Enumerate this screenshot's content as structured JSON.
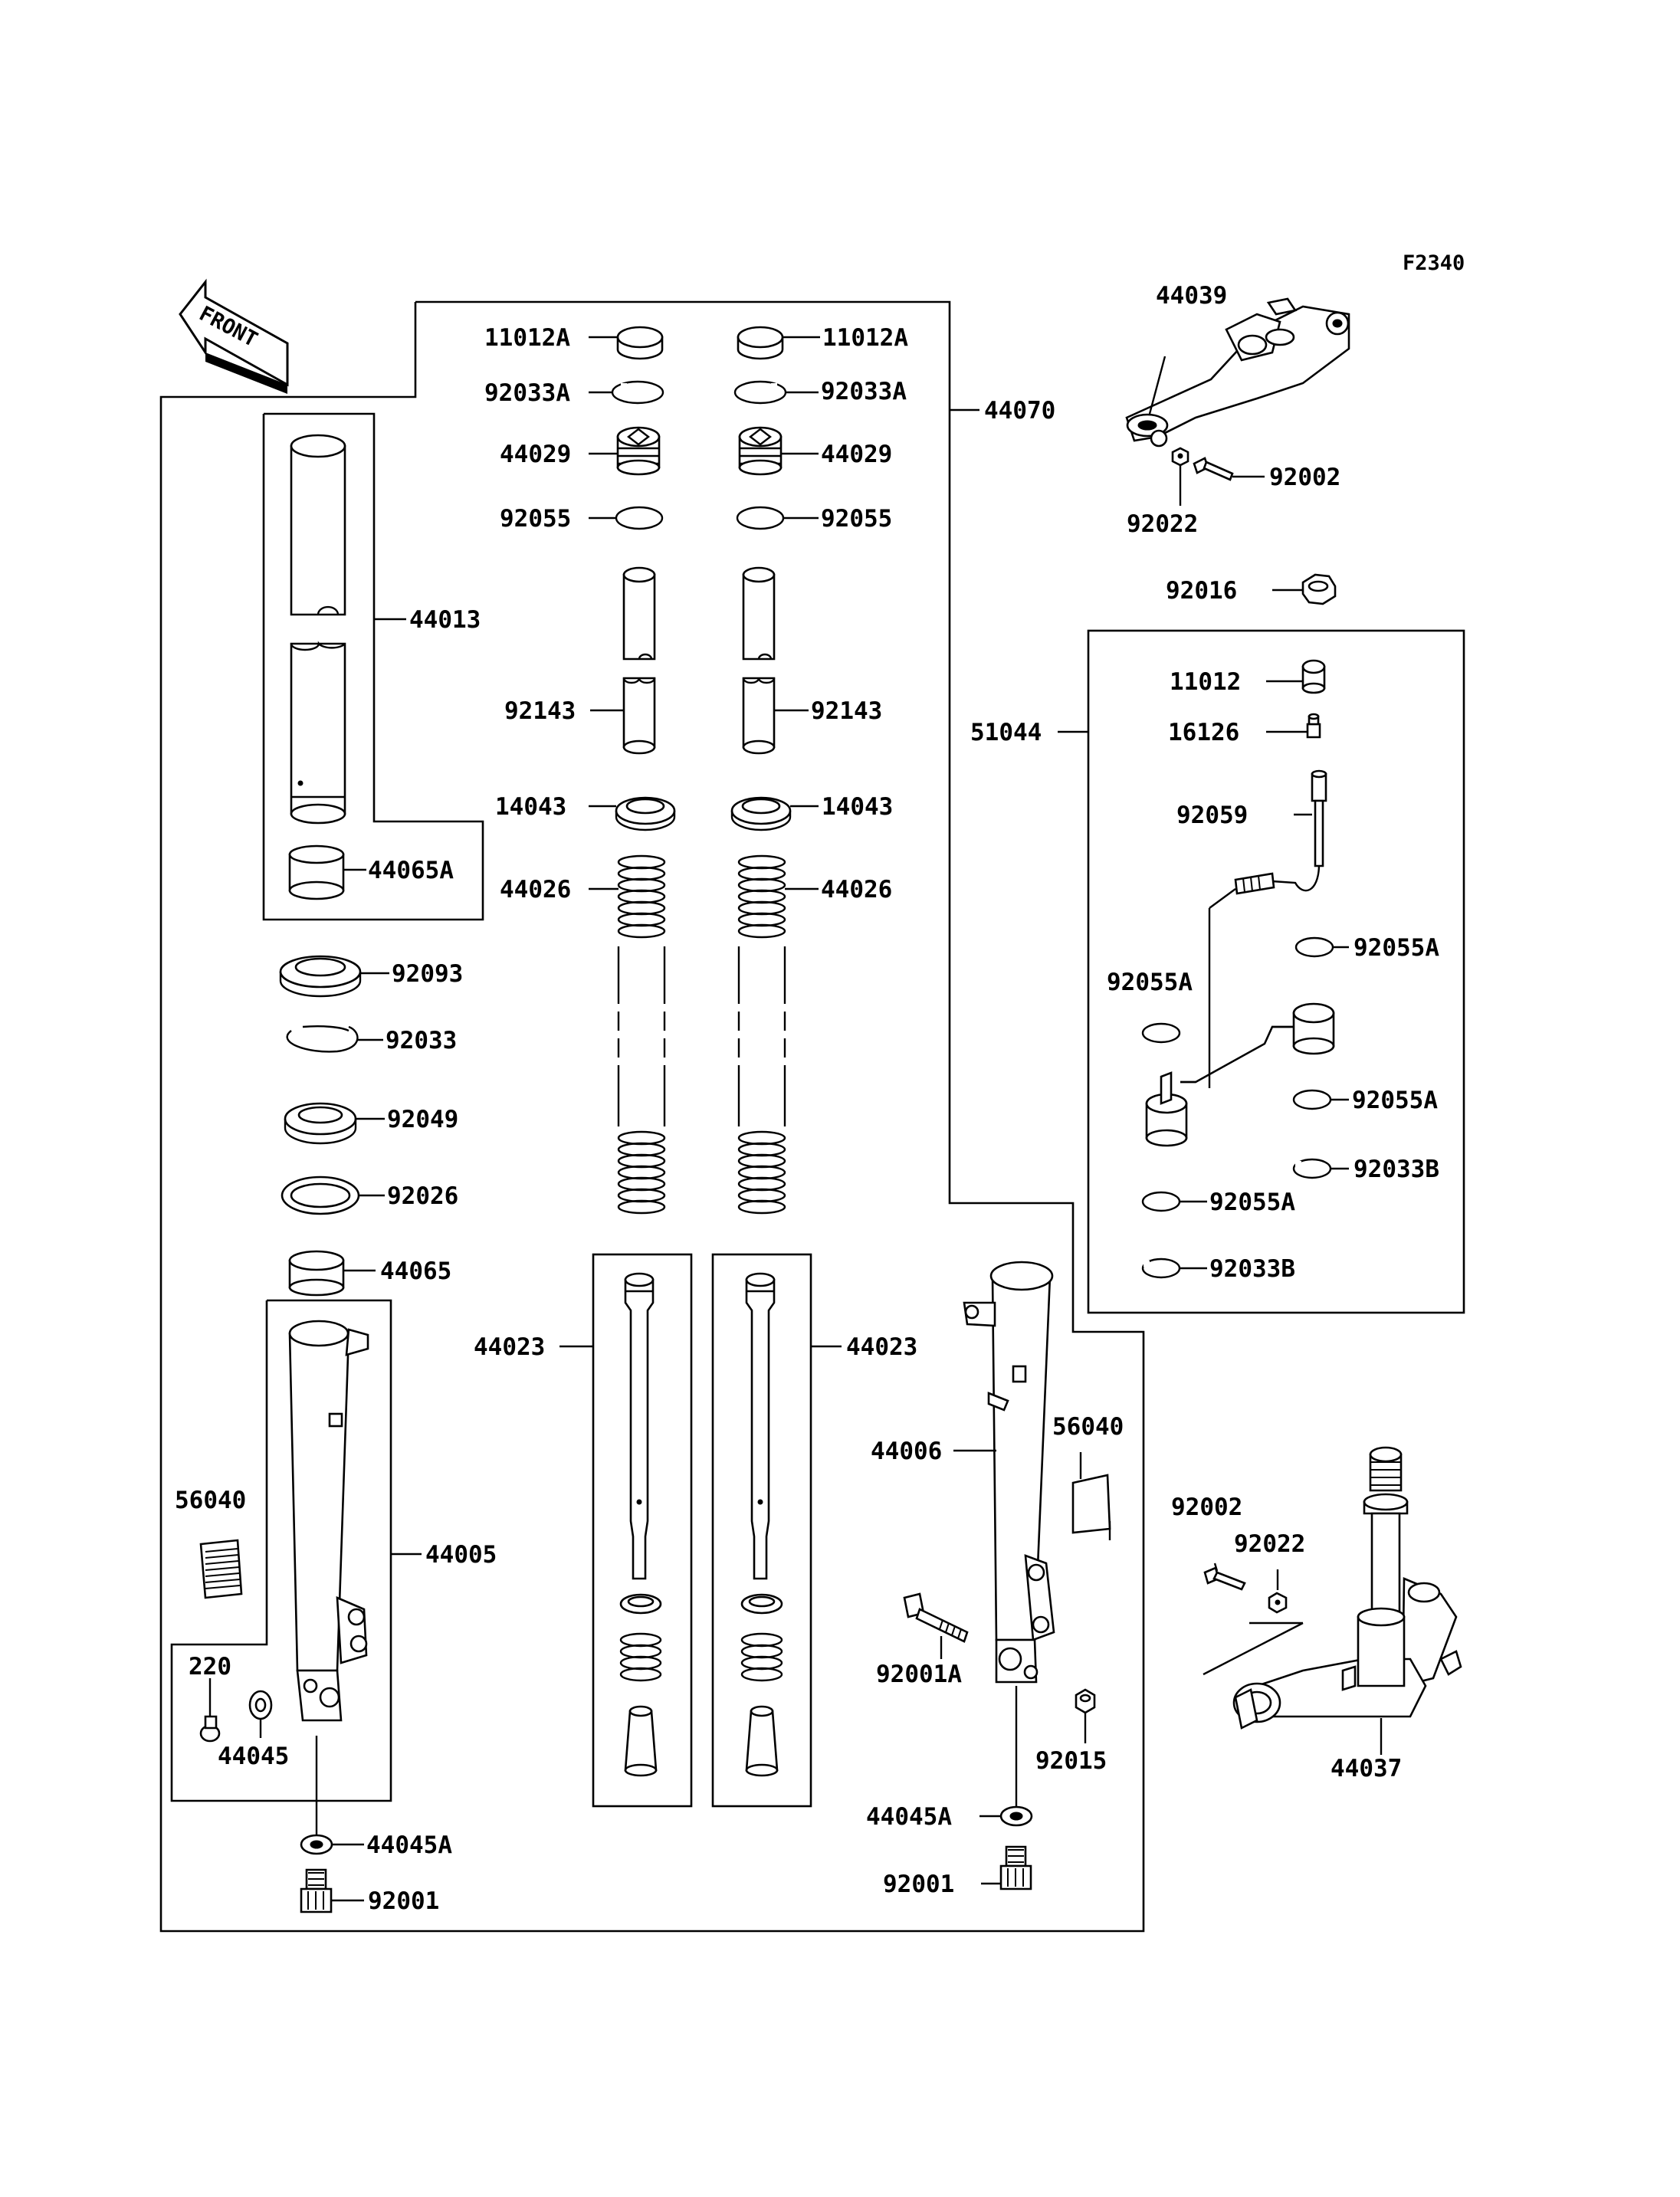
{
  "figure_code": "F2340",
  "front_arrow_label": "FRONT",
  "labels": {
    "p11012a_l": "11012A",
    "p11012a_r": "11012A",
    "p92033a_l": "92033A",
    "p92033a_r": "92033A",
    "p44070": "44070",
    "p44029_l": "44029",
    "p44029_r": "44029",
    "p92055_l": "92055",
    "p92055_r": "92055",
    "p44013": "44013",
    "p92143_l": "92143",
    "p92143_r": "92143",
    "p14043_l": "14043",
    "p14043_r": "14043",
    "p44026_l": "44026",
    "p44026_r": "44026",
    "p44065a": "44065A",
    "p92093": "92093",
    "p92033": "92033",
    "p92049": "92049",
    "p92026": "92026",
    "p44065": "44065",
    "p44023_l": "44023",
    "p44023_r": "44023",
    "p56040_l": "56040",
    "p44005": "44005",
    "p220": "220",
    "p44045": "44045",
    "p44045a_l": "44045A",
    "p92001_l": "92001",
    "p44006": "44006",
    "p56040_r": "56040",
    "p92001a": "92001A",
    "p92015": "92015",
    "p44045a_r": "44045A",
    "p92001_r": "92001",
    "p44039": "44039",
    "p92002_top": "92002",
    "p92022_top": "92022",
    "p92016": "92016",
    "p51044": "51044",
    "p11012": "11012",
    "p16126": "16126",
    "p92059": "92059",
    "p92055a_1": "92055A",
    "p92055a_2": "92055A",
    "p92055a_3": "92055A",
    "p92033b_1": "92033B",
    "p92055a_4": "92055A",
    "p92033b_2": "92033B",
    "p92002_bot": "92002",
    "p92022_bot": "92022",
    "p44037": "44037"
  }
}
